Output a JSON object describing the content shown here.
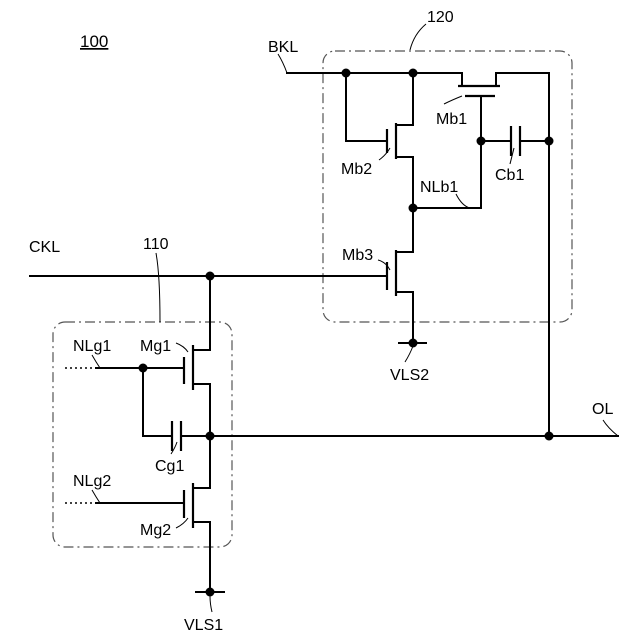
{
  "labels": {
    "ref": "100",
    "block_120": "120",
    "block_110": "110",
    "bkl": "BKL",
    "ckl": "CKL",
    "mb1": "Mb1",
    "mb2": "Mb2",
    "mb3": "Mb3",
    "cb1": "Cb1",
    "nlb1": "NLb1",
    "vls2": "VLS2",
    "ol": "OL",
    "nlg1": "NLg1",
    "mg1": "Mg1",
    "cg1": "Cg1",
    "nlg2": "NLg2",
    "mg2": "Mg2",
    "vls1": "VLS1"
  }
}
